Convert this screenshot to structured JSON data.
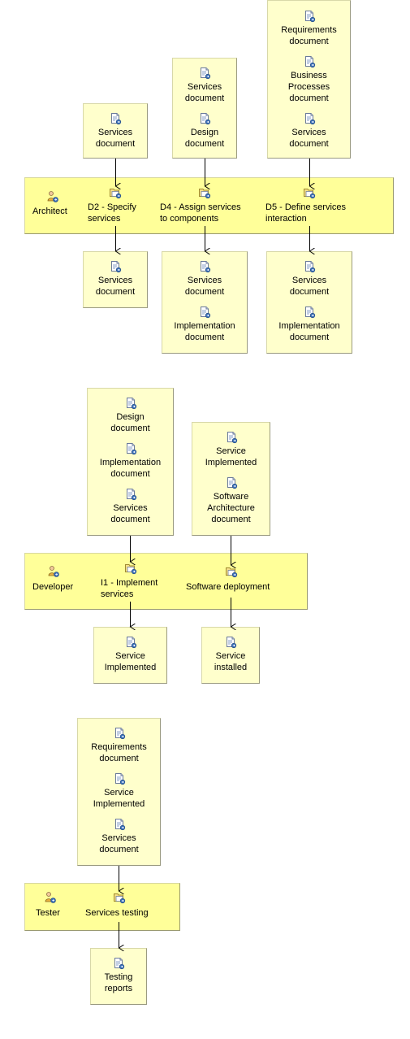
{
  "docs": {
    "services_document": "Services\ndocument",
    "design_document": "Design\ndocument",
    "requirements_document": "Requirements\ndocument",
    "business_processes_document": "Business\nProcesses\ndocument",
    "implementation_document": "Implementation\ndocument",
    "service_implemented": "Service\nImplemented",
    "software_architecture_document": "Software\nArchitecture\ndocument",
    "service_installed": "Service\ninstalled",
    "testing_reports": "Testing\nreports"
  },
  "roles": {
    "architect": "Architect",
    "developer": "Developer",
    "tester": "Tester"
  },
  "tasks": {
    "d2": "D2 - Specify\nservices",
    "d4": "D4 - Assign services\nto components",
    "d5": "D5 - Define services\ninteraction",
    "i1": "I1 - Implement\nservices",
    "deploy": "Software deployment",
    "testing": "Services testing"
  },
  "colors": {
    "artifact_fill": "#ffffcc",
    "band_fill": "#ffff99",
    "wire": "#000000"
  }
}
